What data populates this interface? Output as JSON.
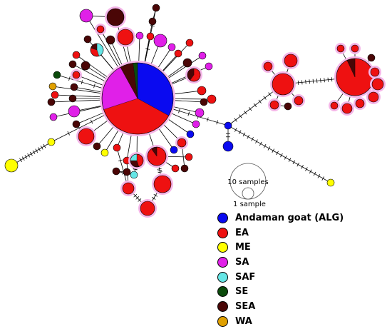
{
  "colors": {
    "ALG": "#0a0af0",
    "EA": "#ee1111",
    "ME": "#ffff00",
    "SA": "#e020e8",
    "SAF": "#66e6e6",
    "SE": "#0b4a0b",
    "SEA": "#4a0606",
    "WA": "#e0a000",
    "halo": "#f5b6e8",
    "line": "#000000"
  },
  "scale": {
    "large_label": "10 samples",
    "small_label": "1 sample"
  },
  "legend": [
    {
      "key": "ALG",
      "label": "Andaman goat (ALG)"
    },
    {
      "key": "EA",
      "label": "EA"
    },
    {
      "key": "ME",
      "label": "ME"
    },
    {
      "key": "SA",
      "label": "SA"
    },
    {
      "key": "SAF",
      "label": "SAF"
    },
    {
      "key": "SE",
      "label": "SE"
    },
    {
      "key": "SEA",
      "label": "SEA"
    },
    {
      "key": "WA",
      "label": "WA"
    }
  ]
}
